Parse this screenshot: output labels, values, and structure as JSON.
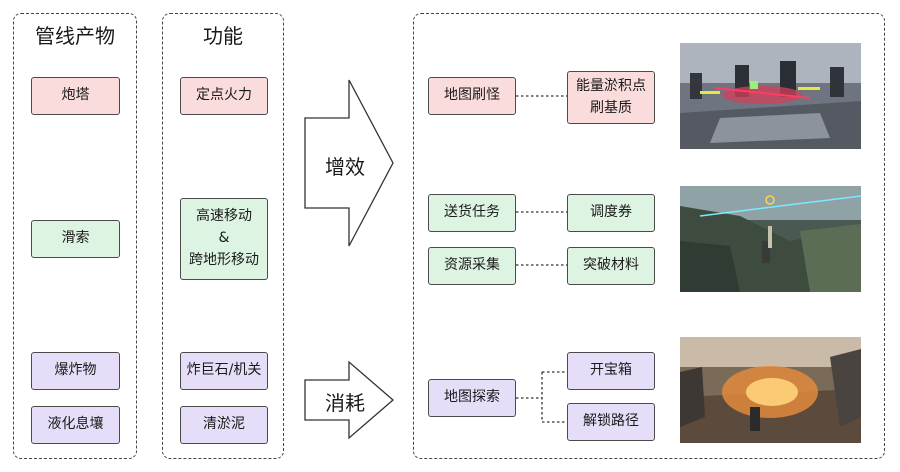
{
  "columns": {
    "products_title": "管线产物",
    "functions_title": "功能"
  },
  "products": [
    {
      "label": "炮塔"
    },
    {
      "label": "滑索"
    },
    {
      "label": "爆炸物"
    },
    {
      "label": "液化息壤"
    }
  ],
  "functions": [
    {
      "label": "定点火力"
    },
    {
      "label_line1": "高速移动",
      "label_line2": "&",
      "label_line3": "跨地形移动"
    },
    {
      "label": "炸巨石/机关"
    },
    {
      "label": "清淤泥"
    }
  ],
  "arrows": {
    "boost": "增效",
    "consume": "消耗"
  },
  "outcomes": {
    "map_spawn": "地图刷怪",
    "energy_line1": "能量淤积点",
    "energy_line2": "刷基质",
    "delivery": "送货任务",
    "voucher": "调度券",
    "gathering": "资源采集",
    "breakthrough": "突破材料",
    "explore": "地图探索",
    "chest": "开宝箱",
    "unlock_path": "解锁路径"
  },
  "colors": {
    "red_fill": "#fbdcdc",
    "green_fill": "#def4e3",
    "purple_fill": "#e6def8",
    "border": "#4a4a4a"
  }
}
